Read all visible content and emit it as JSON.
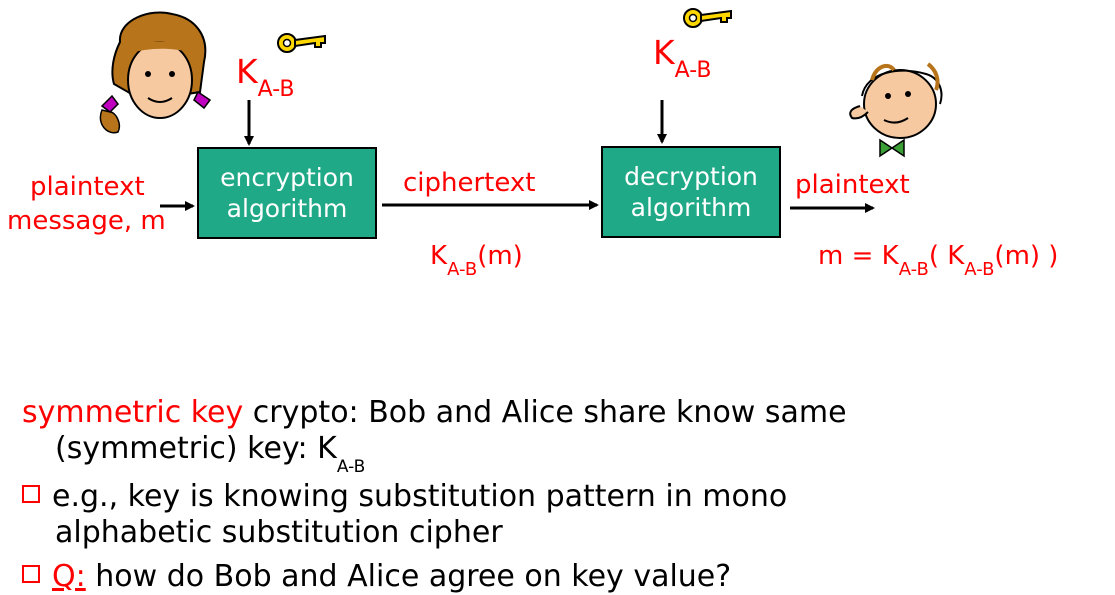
{
  "diagram": {
    "enc_box": {
      "line1": "encryption",
      "line2": "algorithm"
    },
    "dec_box": {
      "line1": "decryption",
      "line2": "algorithm"
    },
    "left_label": {
      "line1": "plaintext",
      "line2": "message, m"
    },
    "mid_label": "ciphertext",
    "right_label": "plaintext",
    "key": {
      "K": "K",
      "sub": "A-B"
    },
    "cipher_formula": {
      "K": "K",
      "sub": "A-B",
      "arg": "(m)"
    },
    "plain_formula": {
      "prefix": "m = K",
      "sub1": "A-B",
      "open": "( K",
      "sub2": "A-B",
      "close": "(m) )"
    }
  },
  "bullets": {
    "intro_red": "symmetric key",
    "intro_rest": " crypto: Bob and Alice share know same",
    "intro_line2": "(symmetric) key: K",
    "intro_sub": "A-B",
    "b1_line1": "e.g., key is knowing substitution pattern in mono",
    "b1_line2": "alphabetic substitution cipher",
    "b2_q": "Q:",
    "b2_rest": " how do Bob and Alice agree on key value?"
  },
  "colors": {
    "accent": "#ff0000",
    "box": "#1fa987",
    "key": "#ffd700"
  }
}
